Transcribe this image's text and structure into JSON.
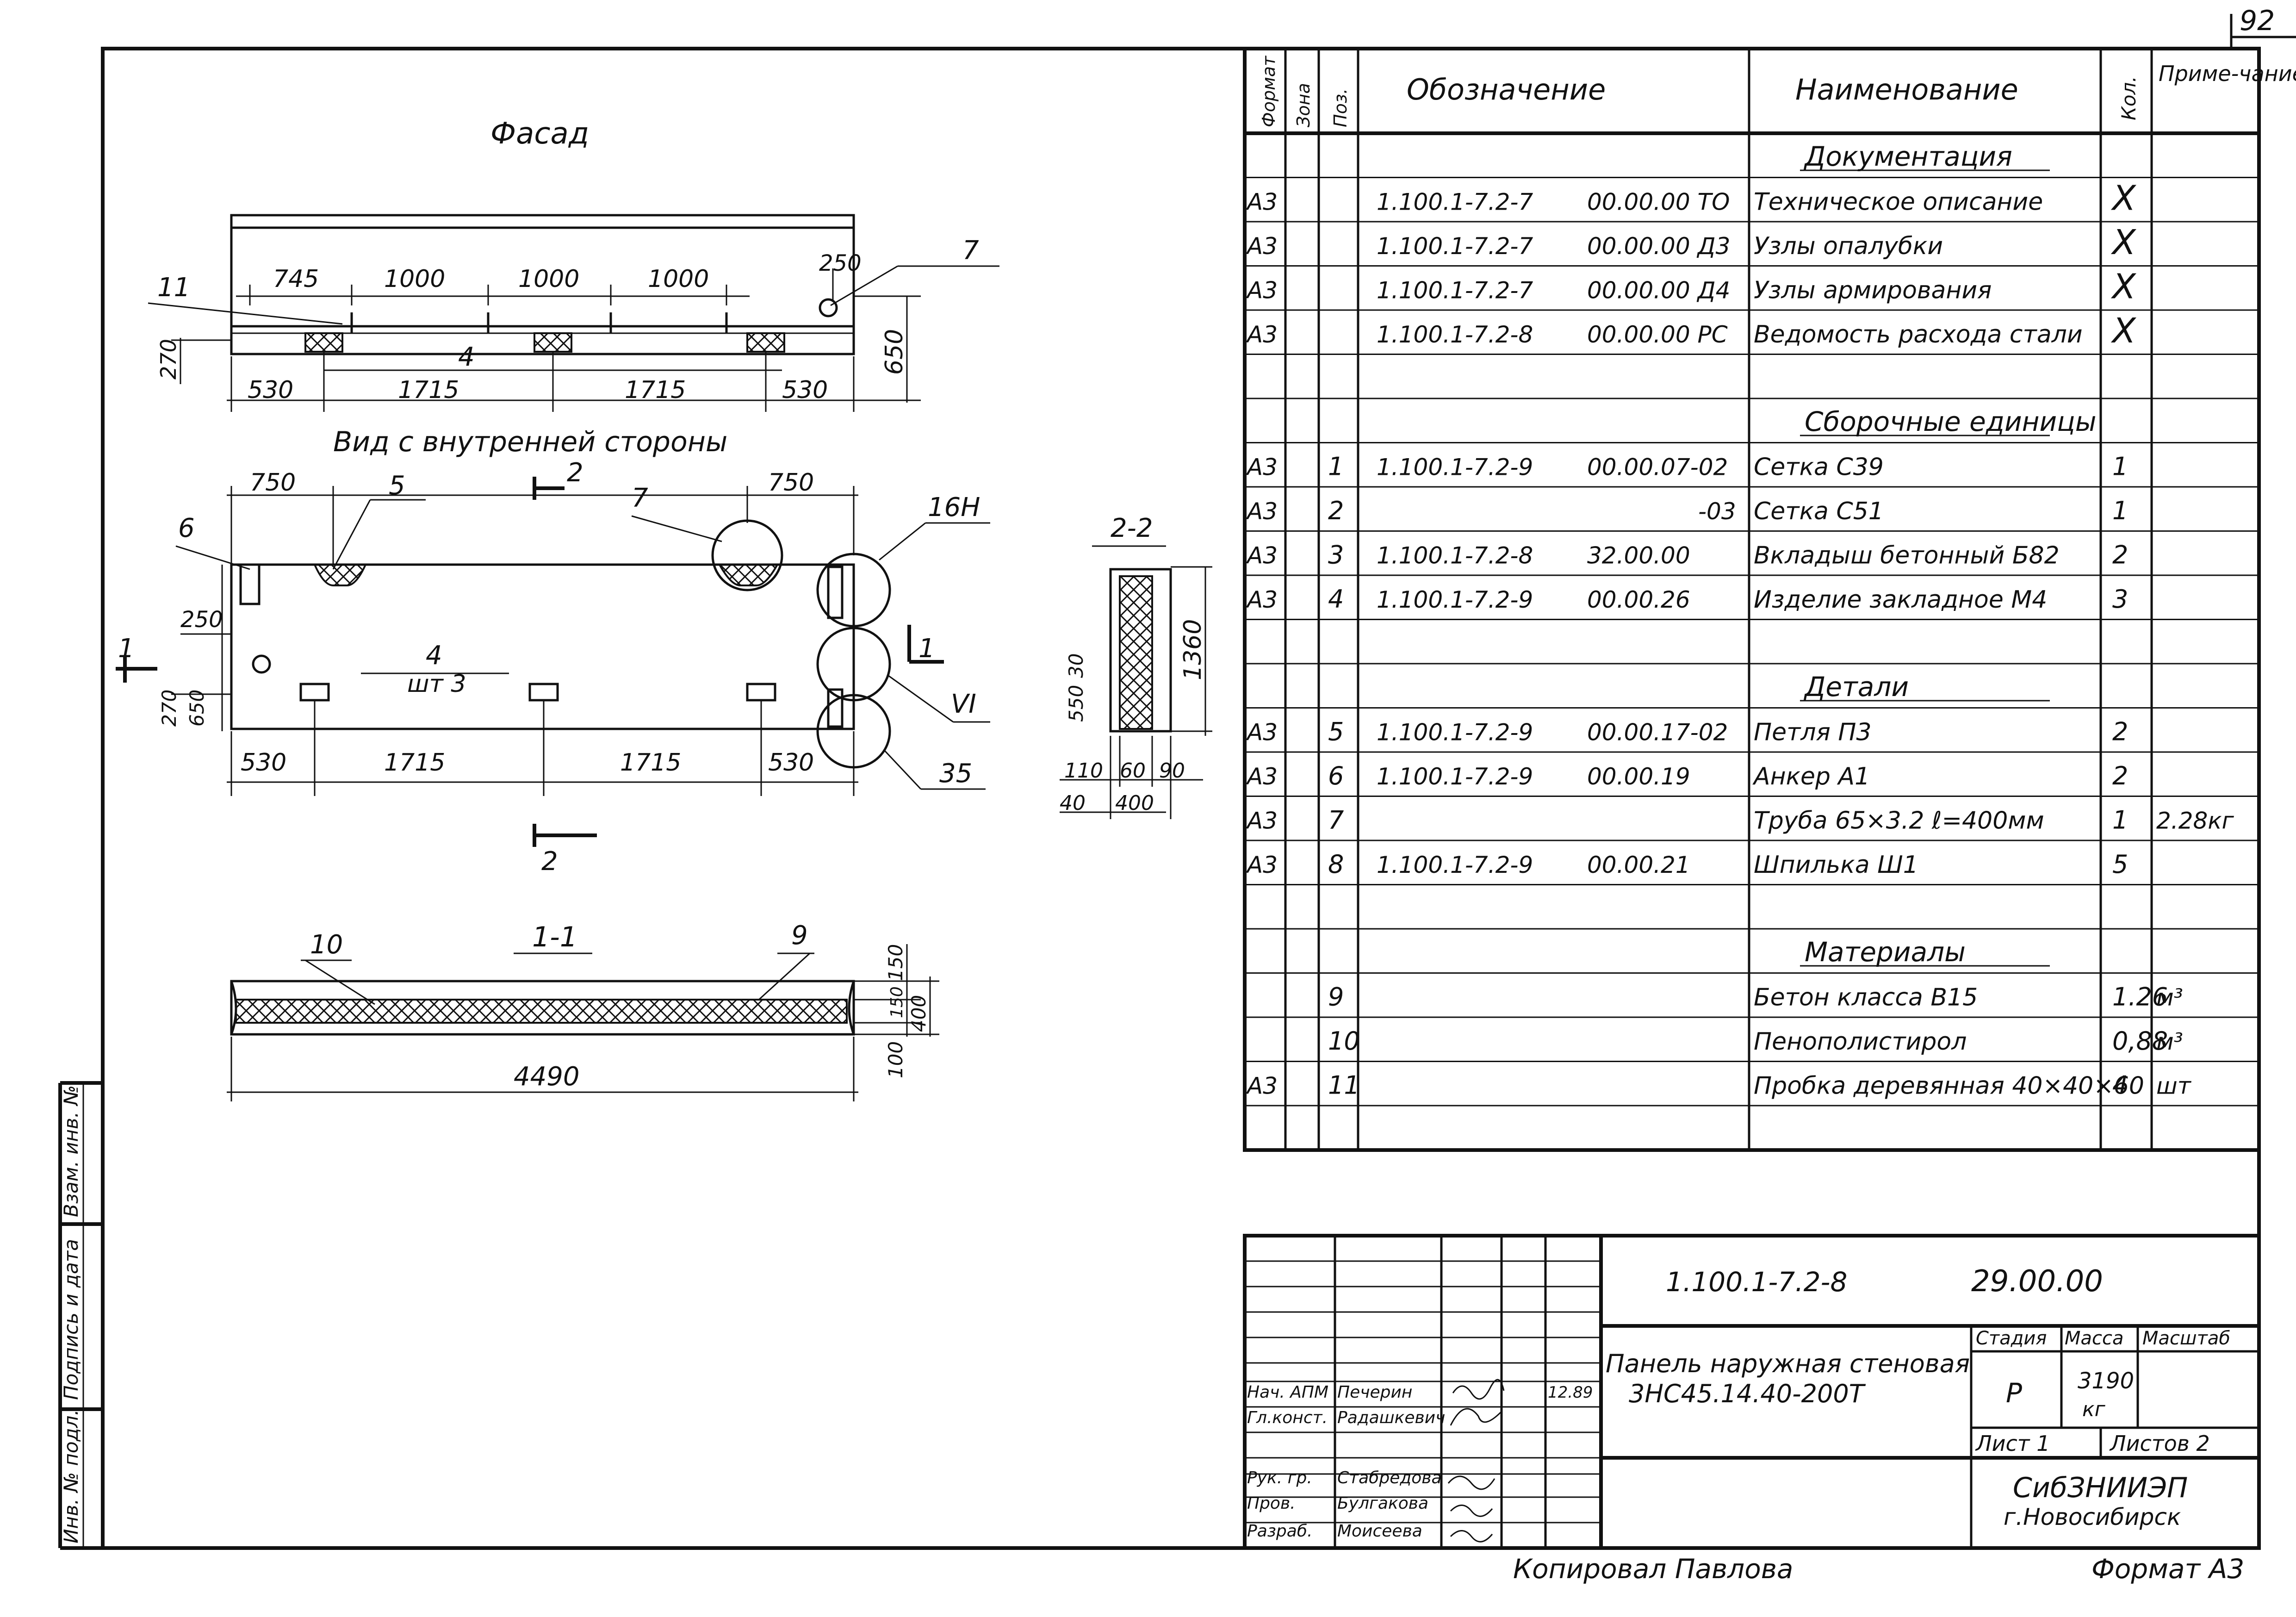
{
  "sheet_number": "92",
  "drawing": {
    "facade_title": "Фасад",
    "inner_view_title": "Вид с внутренней стороны",
    "section_1_title": "1-1",
    "section_2_title": "2-2",
    "facade_dims_top": [
      "745",
      "1000",
      "1000",
      "1000"
    ],
    "facade_dims_bottom": [
      "530",
      "1715",
      "1715",
      "530"
    ],
    "facade_dim_right_top": "250",
    "facade_dim_right": "650",
    "facade_dim_left": "270",
    "inner_dims_top_left": "750",
    "inner_dims_top_right": "750",
    "inner_dim_left_250": "250",
    "inner_dim_left_270": "270",
    "inner_dim_left_650": "650",
    "inner_dims_bottom": [
      "530",
      "1715",
      "1715",
      "530"
    ],
    "inner_label_4": "4",
    "inner_label_qty": "шт 3",
    "callouts": [
      "11",
      "4",
      "7",
      "5",
      "6",
      "16Н",
      "VI",
      "35",
      "1",
      "2",
      "10",
      "9"
    ],
    "section_2_dims": [
      "1360",
      "550",
      "30",
      "110",
      "60",
      "90",
      "40",
      "400"
    ],
    "section_1_dims": [
      "150",
      "150",
      "400",
      "100",
      "4490"
    ]
  },
  "spec_table": {
    "headers": {
      "format": "Формат",
      "zone": "Зона",
      "pos": "Поз.",
      "designation": "Обозначение",
      "name": "Наименование",
      "qty": "Кол.",
      "note": "Приме-чание"
    },
    "rows": [
      {
        "format": "",
        "pos": "",
        "desig": "",
        "code": "",
        "name": "Документация",
        "qty": "",
        "note": "",
        "section": true
      },
      {
        "format": "А3",
        "pos": "",
        "desig": "1.100.1-7.2-7",
        "code": "00.00.00 ТО",
        "name": "Техническое описание",
        "qty": "X",
        "note": ""
      },
      {
        "format": "А3",
        "pos": "",
        "desig": "1.100.1-7.2-7",
        "code": "00.00.00 Д3",
        "name": "Узлы опалубки",
        "qty": "X",
        "note": ""
      },
      {
        "format": "А3",
        "pos": "",
        "desig": "1.100.1-7.2-7",
        "code": "00.00.00 Д4",
        "name": "Узлы армирования",
        "qty": "X",
        "note": ""
      },
      {
        "format": "А3",
        "pos": "",
        "desig": "1.100.1-7.2-8",
        "code": "00.00.00 РС",
        "name": "Ведомость расхода стали",
        "qty": "X",
        "note": ""
      },
      {
        "format": "",
        "pos": "",
        "desig": "",
        "code": "",
        "name": "",
        "qty": "",
        "note": ""
      },
      {
        "format": "",
        "pos": "",
        "desig": "",
        "code": "",
        "name": "Сборочные единицы",
        "qty": "",
        "note": "",
        "section": true
      },
      {
        "format": "А3",
        "pos": "1",
        "desig": "1.100.1-7.2-9",
        "code": "00.00.07-02",
        "name": "Сетка С39",
        "qty": "1",
        "note": ""
      },
      {
        "format": "А3",
        "pos": "2",
        "desig": "",
        "code": "-03",
        "name": "Сетка С51",
        "qty": "1",
        "note": ""
      },
      {
        "format": "А3",
        "pos": "3",
        "desig": "1.100.1-7.2-8",
        "code": "32.00.00",
        "name": "Вкладыш бетонный Б82",
        "qty": "2",
        "note": ""
      },
      {
        "format": "А3",
        "pos": "4",
        "desig": "1.100.1-7.2-9",
        "code": "00.00.26",
        "name": "Изделие закладное М4",
        "qty": "3",
        "note": ""
      },
      {
        "format": "",
        "pos": "",
        "desig": "",
        "code": "",
        "name": "",
        "qty": "",
        "note": ""
      },
      {
        "format": "",
        "pos": "",
        "desig": "",
        "code": "",
        "name": "Детали",
        "qty": "",
        "note": "",
        "section": true
      },
      {
        "format": "А3",
        "pos": "5",
        "desig": "1.100.1-7.2-9",
        "code": "00.00.17-02",
        "name": "Петля П3",
        "qty": "2",
        "note": ""
      },
      {
        "format": "А3",
        "pos": "6",
        "desig": "1.100.1-7.2-9",
        "code": "00.00.19",
        "name": "Анкер А1",
        "qty": "2",
        "note": ""
      },
      {
        "format": "А3",
        "pos": "7",
        "desig": "",
        "code": "",
        "name": "Труба 65×3.2  ℓ=400мм",
        "qty": "1",
        "note": "2.28кг"
      },
      {
        "format": "А3",
        "pos": "8",
        "desig": "1.100.1-7.2-9",
        "code": "00.00.21",
        "name": "Шпилька Ш1",
        "qty": "5",
        "note": ""
      },
      {
        "format": "",
        "pos": "",
        "desig": "",
        "code": "",
        "name": "",
        "qty": "",
        "note": ""
      },
      {
        "format": "",
        "pos": "",
        "desig": "",
        "code": "",
        "name": "Материалы",
        "qty": "",
        "note": "",
        "section": true
      },
      {
        "format": "",
        "pos": "9",
        "desig": "",
        "code": "",
        "name": "Бетон класса В15",
        "qty": "1.26",
        "note": "м³"
      },
      {
        "format": "",
        "pos": "10",
        "desig": "",
        "code": "",
        "name": "Пенополистирол",
        "qty": "0,88",
        "note": "м³"
      },
      {
        "format": "А3",
        "pos": "11",
        "desig": "",
        "code": "",
        "name": "Пробка деревянная 40×40×60",
        "qty": "4",
        "note": "шт"
      },
      {
        "format": "",
        "pos": "",
        "desig": "",
        "code": "",
        "name": "",
        "qty": "",
        "note": ""
      }
    ]
  },
  "title_block": {
    "doc_code": "1.100.1-7.2-8",
    "doc_number": "29.00.00",
    "product_name_1": "Панель наружная стеновая",
    "product_name_2": "3НС45.14.40-200Т",
    "stage_label": "Стадия",
    "mass_label": "Масса",
    "scale_label": "Масштаб",
    "stage": "Р",
    "mass": "3190",
    "mass_unit": "кг",
    "sheet_label": "Лист 1",
    "sheets_label": "Листов 2",
    "org_1": "СибЗНИИЭП",
    "org_2": "г.Новосибирск",
    "date": "12.89",
    "people": [
      {
        "role": "Нач. АПМ",
        "name": "Печерин"
      },
      {
        "role": "Гл.конст.",
        "name": "Радашкевич"
      },
      {
        "role": "Рук. гр.",
        "name": "Стабредова"
      },
      {
        "role": "Пров.",
        "name": "Булгакова"
      },
      {
        "role": "Разраб.",
        "name": "Моисеева"
      }
    ],
    "copied_by": "Копировал  Павлова",
    "format": "Формат А3"
  },
  "side_stamp": [
    "Инв. № подл.",
    "Подпись и дата",
    "Взам. инв. №"
  ]
}
